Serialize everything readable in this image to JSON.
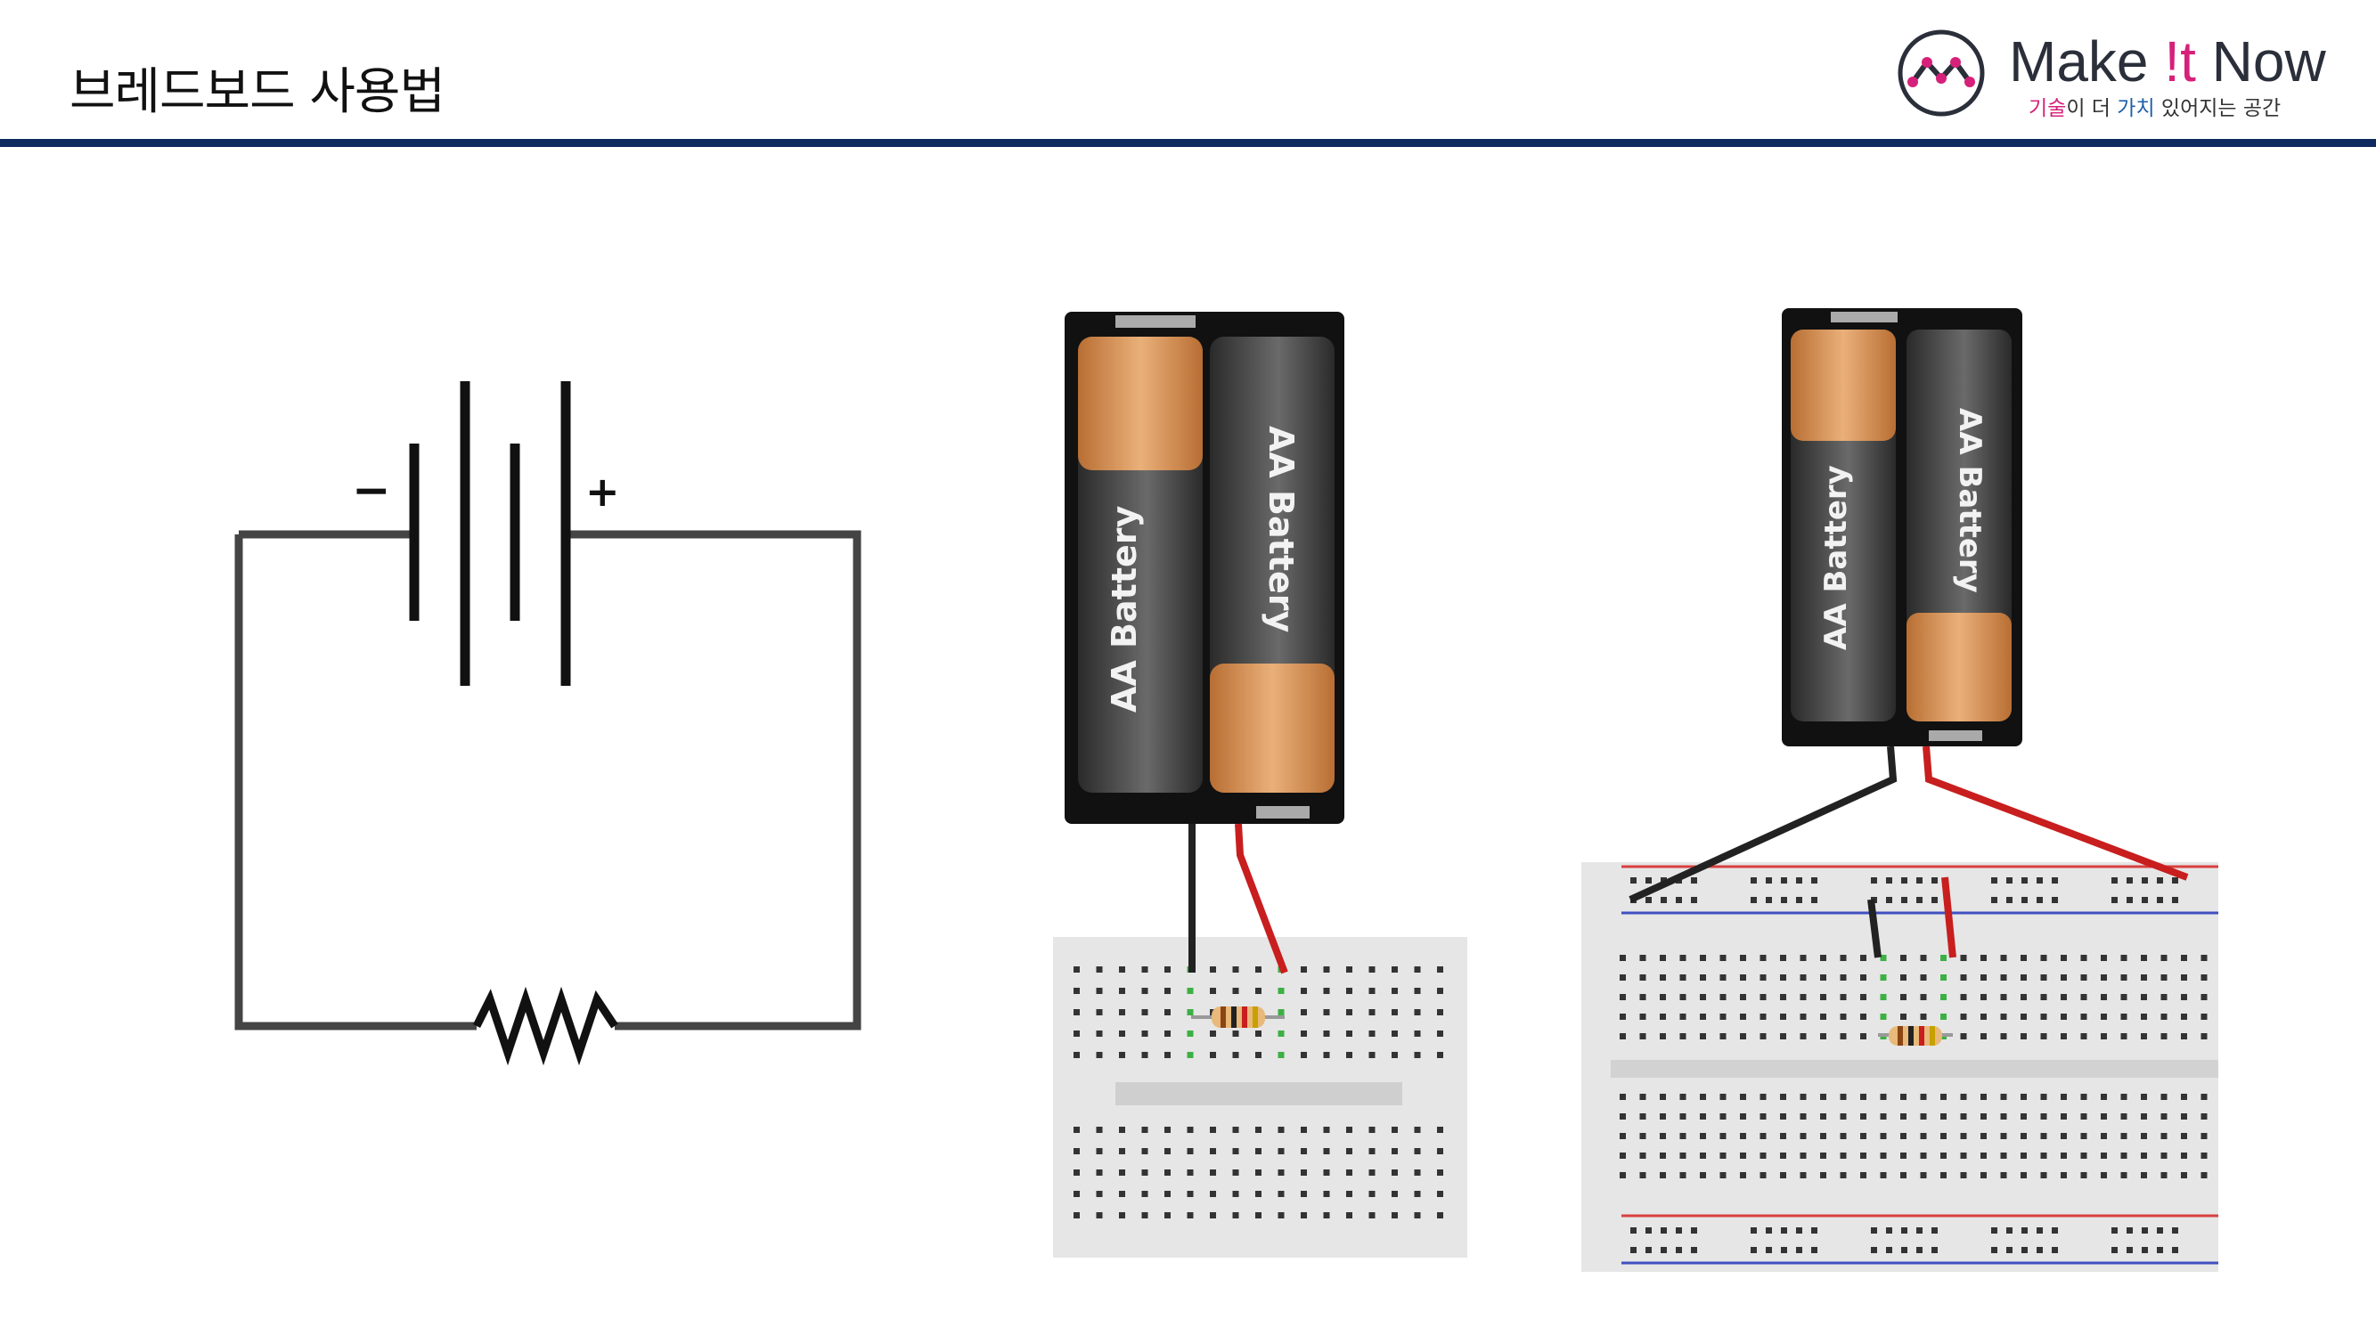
{
  "header": {
    "title": "브레드보드 사용법",
    "logo": {
      "brand_prefix": "Make ",
      "brand_bang": "!t",
      "brand_suffix": " Now",
      "tagline_1": "기술",
      "tagline_2": "이 더 ",
      "tagline_3": "가치",
      "tagline_4": " 있어지는 공간"
    },
    "rule_color": "#0f2a5e"
  },
  "schematic": {
    "minus_label": "−",
    "plus_label": "+"
  },
  "battery_label": "AA Battery",
  "colors": {
    "wire_black": "#222222",
    "wire_red": "#c81e1e",
    "battery_copper": "#d9965a",
    "battery_holder": "#111111",
    "breadboard": "#e6e6e6",
    "hole_green": "#3cb043",
    "rail_red": "#d94040",
    "rail_blue": "#4050c0"
  }
}
